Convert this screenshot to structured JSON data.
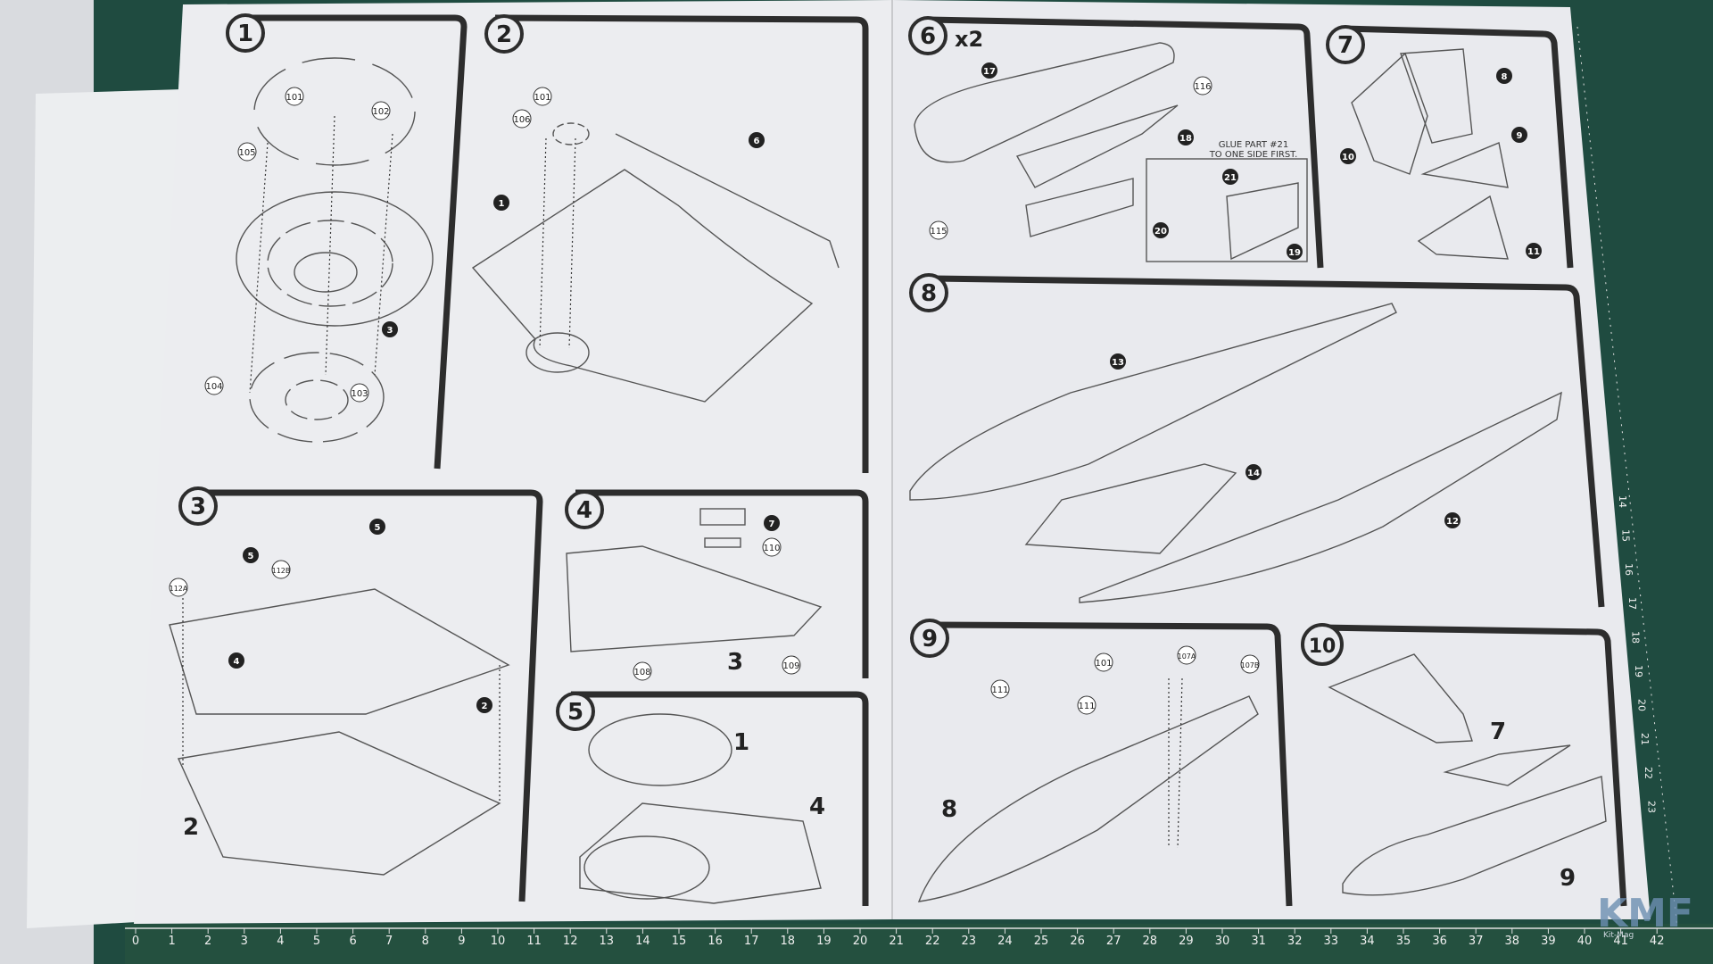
{
  "steps": [
    {
      "number": "1",
      "parts": [
        "101",
        "102",
        "105",
        "3",
        "104",
        "103"
      ]
    },
    {
      "number": "2",
      "parts": [
        "101",
        "106",
        "6",
        "1"
      ]
    },
    {
      "number": "3",
      "parts": [
        "5",
        "5",
        "112A",
        "112B",
        "4",
        "2"
      ],
      "labels": [
        "2"
      ]
    },
    {
      "number": "4",
      "parts": [
        "7",
        "110",
        "108",
        "109"
      ],
      "labels": [
        "3"
      ]
    },
    {
      "number": "5",
      "parts": [],
      "labels": [
        "1",
        "4"
      ]
    },
    {
      "number": "6",
      "multiplier": "x2",
      "parts": [
        "17",
        "116",
        "18",
        "115",
        "21",
        "20",
        "19"
      ],
      "note": "GLUE PART #21\nTO ONE SIDE FIRST."
    },
    {
      "number": "7",
      "parts": [
        "8",
        "10",
        "9",
        "11"
      ]
    },
    {
      "number": "8",
      "parts": [
        "13",
        "14",
        "12"
      ]
    },
    {
      "number": "9",
      "parts": [
        "101",
        "107A",
        "107B",
        "111",
        "111"
      ],
      "labels": [
        "8"
      ]
    },
    {
      "number": "10",
      "parts": [],
      "labels": [
        "7",
        "9"
      ]
    }
  ],
  "ruler": {
    "bottom": [
      "0",
      "1",
      "2",
      "3",
      "4",
      "5",
      "6",
      "7",
      "8",
      "9",
      "10",
      "11",
      "12",
      "13",
      "14",
      "15",
      "16",
      "17",
      "18",
      "19",
      "20",
      "21",
      "22",
      "23",
      "24",
      "25",
      "26",
      "27",
      "28",
      "29",
      "30",
      "31",
      "32",
      "33",
      "34",
      "35",
      "36",
      "37",
      "38",
      "39",
      "40",
      "41",
      "42"
    ],
    "right": [
      "14",
      "15",
      "16",
      "17",
      "18",
      "19",
      "20",
      "21",
      "22",
      "23"
    ]
  },
  "watermark": {
    "text": "KMF",
    "sub": "Kit-Mag"
  },
  "colors": {
    "mat": "#1f4b40",
    "paper": "#e9eaee",
    "ink": "#2d2d2d",
    "bg": "#d9dbdf"
  }
}
